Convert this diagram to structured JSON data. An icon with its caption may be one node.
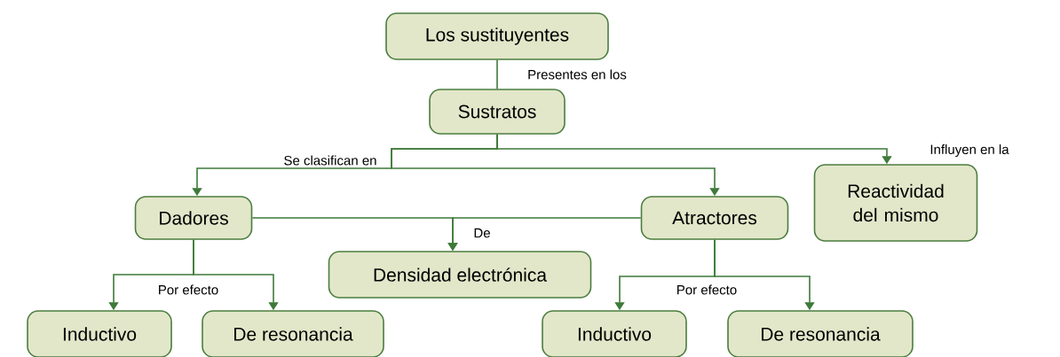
{
  "diagram": {
    "nodes": [
      {
        "text": [
          "Los sustituyentes"
        ]
      },
      {
        "text": [
          "Sustratos"
        ]
      },
      {
        "text": [
          "Dadores"
        ]
      },
      {
        "text": [
          "Atractores"
        ]
      },
      {
        "text": [
          "Reactividad del mismo"
        ]
      },
      {
        "text": [
          "Densidad electrónica"
        ]
      },
      {
        "text": [
          "Inductivo"
        ]
      },
      {
        "text": [
          "De resonancia"
        ]
      },
      {
        "text": [
          "Inductivo"
        ]
      },
      {
        "text": [
          "De resonancia"
        ]
      }
    ],
    "edges": [
      {
        "from": 0,
        "to": 1,
        "arrow": "none",
        "label": "Presentes en los"
      },
      {
        "from": 1,
        "to": 2,
        "arrow": "to",
        "label": "Se clasifican en"
      },
      {
        "from": 1,
        "to": 3,
        "arrow": "to"
      },
      {
        "from": 1,
        "to": 4,
        "arrow": "to",
        "label": "Influyen en la"
      },
      {
        "from": 2,
        "to": 5,
        "arrow": "to",
        "label": "De"
      },
      {
        "from": 3,
        "to": 5,
        "arrow": "to"
      },
      {
        "from": 2,
        "to": 6,
        "arrow": "to",
        "label": "Por efecto"
      },
      {
        "from": 2,
        "to": 7,
        "arrow": "to"
      },
      {
        "from": 3,
        "to": 8,
        "arrow": "to",
        "label": "Por efecto"
      },
      {
        "from": 3,
        "to": 9,
        "arrow": "to"
      }
    ]
  }
}
